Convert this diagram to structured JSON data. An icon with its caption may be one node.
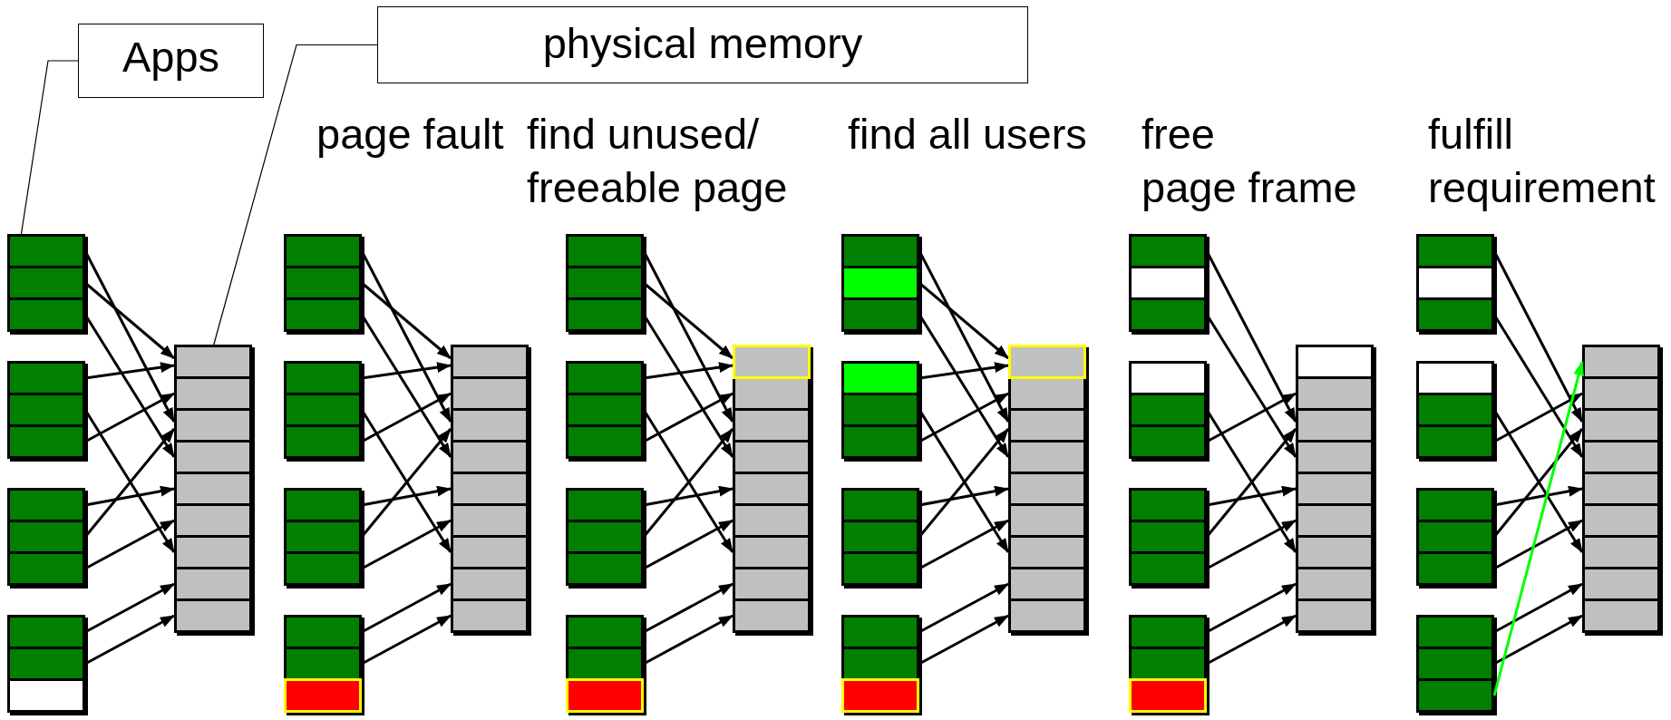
{
  "diagram": {
    "nodes": [
      {
        "text": [
          "Apps"
        ]
      },
      {
        "text": [
          "physical memory"
        ]
      },
      {
        "text": [],
        "shape": "box"
      },
      {
        "text": [],
        "shape": "box",
        "in": 2
      },
      {
        "text": [],
        "shape": "box",
        "in": 2
      },
      {
        "text": [],
        "shape": "box",
        "in": 2
      },
      {
        "text": [],
        "shape": "box"
      },
      {
        "text": [],
        "shape": "box",
        "in": 6
      },
      {
        "text": [],
        "shape": "box",
        "in": 6
      },
      {
        "text": [],
        "shape": "box",
        "in": 6
      },
      {
        "text": [],
        "shape": "box"
      },
      {
        "text": [],
        "shape": "box",
        "in": 10
      },
      {
        "text": [],
        "shape": "box",
        "in": 10
      },
      {
        "text": [],
        "shape": "box",
        "in": 10
      },
      {
        "text": [],
        "shape": "box"
      },
      {
        "text": [],
        "shape": "box",
        "in": 14
      },
      {
        "text": [],
        "shape": "box",
        "in": 14
      },
      {
        "text": [],
        "shape": "box",
        "in": 14
      },
      {
        "text": [],
        "shape": "box"
      },
      {
        "text": [],
        "shape": "box",
        "in": 18
      },
      {
        "text": [],
        "shape": "box",
        "in": 18
      },
      {
        "text": [],
        "shape": "box",
        "in": 18
      },
      {
        "text": [],
        "shape": "box",
        "in": 18
      },
      {
        "text": [],
        "shape": "box",
        "in": 18
      },
      {
        "text": [],
        "shape": "box",
        "in": 18
      },
      {
        "text": [],
        "shape": "box",
        "in": 18
      },
      {
        "text": [],
        "shape": "box",
        "in": 18
      },
      {
        "text": [],
        "shape": "box",
        "in": 18
      },
      {
        "text": [],
        "shape": "box"
      },
      {
        "text": [],
        "shape": "box",
        "in": 28
      },
      {
        "text": [],
        "shape": "box",
        "in": 28
      },
      {
        "text": [],
        "shape": "box",
        "in": 28
      },
      {
        "text": [],
        "shape": "box"
      },
      {
        "text": [],
        "shape": "box",
        "in": 32
      },
      {
        "text": [],
        "shape": "box",
        "in": 32
      },
      {
        "text": [],
        "shape": "box",
        "in": 32
      },
      {
        "text": [],
        "shape": "box"
      },
      {
        "text": [],
        "shape": "box",
        "in": 36
      },
      {
        "text": [],
        "shape": "box",
        "in": 36
      },
      {
        "text": [],
        "shape": "box",
        "in": 36
      },
      {
        "text": [],
        "shape": "box"
      },
      {
        "text": [],
        "shape": "box",
        "in": 40
      },
      {
        "text": [],
        "shape": "box",
        "in": 40
      },
      {
        "text": [],
        "shape": "box",
        "in": 40
      },
      {
        "text": [],
        "shape": "box"
      },
      {
        "text": [],
        "shape": "box",
        "in": 44
      },
      {
        "text": [],
        "shape": "box",
        "in": 44
      },
      {
        "text": [],
        "shape": "box",
        "in": 44
      },
      {
        "text": [],
        "shape": "box",
        "in": 44
      },
      {
        "text": [],
        "shape": "box",
        "in": 44
      },
      {
        "text": [],
        "shape": "box",
        "in": 44
      },
      {
        "text": [],
        "shape": "box",
        "in": 44
      },
      {
        "text": [],
        "shape": "box",
        "in": 44
      },
      {
        "text": [],
        "shape": "box",
        "in": 44
      },
      {
        "text": [],
        "shape": "box"
      },
      {
        "text": [],
        "shape": "box",
        "in": 54
      },
      {
        "text": [],
        "shape": "box",
        "in": 54
      },
      {
        "text": [],
        "shape": "box",
        "in": 54
      },
      {
        "text": [],
        "shape": "box"
      },
      {
        "text": [],
        "shape": "box",
        "in": 58
      },
      {
        "text": [],
        "shape": "box",
        "in": 58
      },
      {
        "text": [],
        "shape": "box",
        "in": 58
      },
      {
        "text": [],
        "shape": "box"
      },
      {
        "text": [],
        "shape": "box",
        "in": 62
      },
      {
        "text": [],
        "shape": "box",
        "in": 62
      },
      {
        "text": [],
        "shape": "box",
        "in": 62
      },
      {
        "text": [],
        "shape": "box"
      },
      {
        "text": [],
        "shape": "box",
        "in": 66
      },
      {
        "text": [],
        "shape": "box",
        "in": 66
      },
      {
        "text": [],
        "shape": "box",
        "in": 66
      },
      {
        "text": [],
        "shape": "box"
      },
      {
        "text": [],
        "shape": "box",
        "in": 70
      },
      {
        "text": [],
        "shape": "box",
        "in": 70
      },
      {
        "text": [],
        "shape": "box",
        "in": 70
      },
      {
        "text": [],
        "shape": "box",
        "in": 70
      },
      {
        "text": [],
        "shape": "box",
        "in": 70
      },
      {
        "text": [],
        "shape": "box",
        "in": 70
      },
      {
        "text": [],
        "shape": "box",
        "in": 70
      },
      {
        "text": [],
        "shape": "box",
        "in": 70
      },
      {
        "text": [],
        "shape": "box",
        "in": 70
      },
      {
        "text": [],
        "shape": "box"
      },
      {
        "text": [],
        "shape": "box",
        "in": 80
      },
      {
        "text": [],
        "shape": "box",
        "in": 80
      },
      {
        "text": [],
        "shape": "box",
        "in": 80
      },
      {
        "text": [],
        "shape": "box"
      },
      {
        "text": [],
        "shape": "box",
        "in": 84
      },
      {
        "text": [],
        "shape": "box",
        "in": 84
      },
      {
        "text": [],
        "shape": "box",
        "in": 84
      },
      {
        "text": [],
        "shape": "box"
      },
      {
        "text": [],
        "shape": "box",
        "in": 88
      },
      {
        "text": [],
        "shape": "box",
        "in": 88
      },
      {
        "text": [],
        "shape": "box",
        "in": 88
      },
      {
        "text": [],
        "shape": "box"
      },
      {
        "text": [],
        "shape": "box",
        "in": 92
      },
      {
        "text": [],
        "shape": "box",
        "in": 92
      },
      {
        "text": [],
        "shape": "box",
        "in": 92
      },
      {
        "text": [],
        "shape": "box"
      },
      {
        "text": [],
        "shape": "box",
        "in": 96
      },
      {
        "text": [],
        "shape": "box",
        "in": 96
      },
      {
        "text": [],
        "shape": "box",
        "in": 96
      },
      {
        "text": [],
        "shape": "box",
        "in": 96
      },
      {
        "text": [],
        "shape": "box",
        "in": 96
      },
      {
        "text": [],
        "shape": "box",
        "in": 96
      },
      {
        "text": [],
        "shape": "box",
        "in": 96
      },
      {
        "text": [],
        "shape": "box",
        "in": 96
      },
      {
        "text": [],
        "shape": "box",
        "in": 96
      },
      {
        "text": [],
        "shape": "box"
      },
      {
        "text": [],
        "shape": "box",
        "in": 106
      },
      {
        "text": [],
        "shape": "box",
        "in": 106
      },
      {
        "text": [],
        "shape": "box",
        "in": 106
      },
      {
        "text": [],
        "shape": "box"
      },
      {
        "text": [],
        "shape": "box",
        "in": 110
      },
      {
        "text": [],
        "shape": "box",
        "in": 110
      },
      {
        "text": [],
        "shape": "box",
        "in": 110
      },
      {
        "text": [],
        "shape": "box"
      },
      {
        "text": [],
        "shape": "box",
        "in": 114
      },
      {
        "text": [],
        "shape": "box",
        "in": 114
      },
      {
        "text": [],
        "shape": "box",
        "in": 114
      },
      {
        "text": [],
        "shape": "box"
      },
      {
        "text": [],
        "shape": "box",
        "in": 118
      },
      {
        "text": [],
        "shape": "box",
        "in": 118
      },
      {
        "text": [],
        "shape": "box",
        "in": 118
      },
      {
        "text": [],
        "shape": "box"
      },
      {
        "text": [],
        "shape": "box",
        "in": 122
      },
      {
        "text": [],
        "shape": "box",
        "in": 122
      },
      {
        "text": [],
        "shape": "box",
        "in": 122
      },
      {
        "text": [],
        "shape": "box",
        "in": 122
      },
      {
        "text": [],
        "shape": "box",
        "in": 122
      },
      {
        "text": [],
        "shape": "box",
        "in": 122
      },
      {
        "text": [],
        "shape": "box",
        "in": 122
      },
      {
        "text": [],
        "shape": "box",
        "in": 122
      },
      {
        "text": [],
        "shape": "box",
        "in": 122
      },
      {
        "text": [],
        "shape": "box"
      },
      {
        "text": [],
        "shape": "box",
        "in": 132
      },
      {
        "text": [],
        "shape": "box",
        "in": 132
      },
      {
        "text": [],
        "shape": "box",
        "in": 132
      },
      {
        "text": [],
        "shape": "box"
      },
      {
        "text": [],
        "shape": "box",
        "in": 136
      },
      {
        "text": [],
        "shape": "box",
        "in": 136
      },
      {
        "text": [],
        "shape": "box",
        "in": 136
      },
      {
        "text": [],
        "shape": "box"
      },
      {
        "text": [],
        "shape": "box",
        "in": 140
      },
      {
        "text": [],
        "shape": "box",
        "in": 140
      },
      {
        "text": [],
        "shape": "box",
        "in": 140
      },
      {
        "text": [],
        "shape": "box"
      },
      {
        "text": [],
        "shape": "box",
        "in": 144
      },
      {
        "text": [],
        "shape": "box",
        "in": 144
      },
      {
        "text": [],
        "shape": "box",
        "in": 144
      },
      {
        "text": [],
        "shape": "box"
      },
      {
        "text": [],
        "shape": "box",
        "in": 148
      },
      {
        "text": [],
        "shape": "box",
        "in": 148
      },
      {
        "text": [],
        "shape": "box",
        "in": 148
      },
      {
        "text": [],
        "shape": "box",
        "in": 148
      },
      {
        "text": [],
        "shape": "box",
        "in": 148
      },
      {
        "text": [],
        "shape": "box",
        "in": 148
      },
      {
        "text": [],
        "shape": "box",
        "in": 148
      },
      {
        "text": [],
        "shape": "box",
        "in": 148
      },
      {
        "text": [],
        "shape": "box",
        "in": 148
      }
    ],
    "edges": [
      {
        "from": 0,
        "to": 2,
        "arrow": "none"
      },
      {
        "from": 1,
        "to": 18,
        "arrow": "none"
      },
      {
        "from": 3,
        "to": 21,
        "arrow": "to"
      },
      {
        "from": 4,
        "to": 19,
        "arrow": "to"
      },
      {
        "from": 5,
        "to": 22,
        "arrow": "to"
      },
      {
        "from": 7,
        "to": 19,
        "arrow": "to"
      },
      {
        "from": 8,
        "to": 25,
        "arrow": "to"
      },
      {
        "from": 9,
        "to": 20,
        "arrow": "to"
      },
      {
        "from": 11,
        "to": 23,
        "arrow": "to"
      },
      {
        "from": 12,
        "to": 21,
        "arrow": "to"
      },
      {
        "from": 13,
        "to": 24,
        "arrow": "to"
      },
      {
        "from": 15,
        "to": 26,
        "arrow": "to"
      },
      {
        "from": 16,
        "to": 27,
        "arrow": "to"
      },
      {
        "from": 29,
        "to": 47,
        "arrow": "to"
      },
      {
        "from": 30,
        "to": 45,
        "arrow": "to"
      },
      {
        "from": 31,
        "to": 48,
        "arrow": "to"
      },
      {
        "from": 33,
        "to": 45,
        "arrow": "to"
      },
      {
        "from": 34,
        "to": 51,
        "arrow": "to"
      },
      {
        "from": 35,
        "to": 46,
        "arrow": "to"
      },
      {
        "from": 37,
        "to": 49,
        "arrow": "to"
      },
      {
        "from": 38,
        "to": 47,
        "arrow": "to"
      },
      {
        "from": 39,
        "to": 50,
        "arrow": "to"
      },
      {
        "from": 41,
        "to": 52,
        "arrow": "to"
      },
      {
        "from": 42,
        "to": 53,
        "arrow": "to"
      },
      {
        "from": 55,
        "to": 73,
        "arrow": "to"
      },
      {
        "from": 56,
        "to": 71,
        "arrow": "to"
      },
      {
        "from": 57,
        "to": 74,
        "arrow": "to"
      },
      {
        "from": 59,
        "to": 71,
        "arrow": "to"
      },
      {
        "from": 60,
        "to": 77,
        "arrow": "to"
      },
      {
        "from": 61,
        "to": 72,
        "arrow": "to"
      },
      {
        "from": 63,
        "to": 75,
        "arrow": "to"
      },
      {
        "from": 64,
        "to": 73,
        "arrow": "to"
      },
      {
        "from": 65,
        "to": 76,
        "arrow": "to"
      },
      {
        "from": 67,
        "to": 78,
        "arrow": "to"
      },
      {
        "from": 68,
        "to": 79,
        "arrow": "to"
      },
      {
        "from": 81,
        "to": 99,
        "arrow": "to"
      },
      {
        "from": 82,
        "to": 97,
        "arrow": "to"
      },
      {
        "from": 83,
        "to": 100,
        "arrow": "to"
      },
      {
        "from": 85,
        "to": 97,
        "arrow": "to"
      },
      {
        "from": 86,
        "to": 103,
        "arrow": "to"
      },
      {
        "from": 87,
        "to": 98,
        "arrow": "to"
      },
      {
        "from": 89,
        "to": 101,
        "arrow": "to"
      },
      {
        "from": 90,
        "to": 99,
        "arrow": "to"
      },
      {
        "from": 91,
        "to": 102,
        "arrow": "to"
      },
      {
        "from": 93,
        "to": 104,
        "arrow": "to"
      },
      {
        "from": 94,
        "to": 105,
        "arrow": "to"
      },
      {
        "from": 107,
        "to": 125,
        "arrow": "to"
      },
      {
        "from": 109,
        "to": 126,
        "arrow": "to"
      },
      {
        "from": 112,
        "to": 129,
        "arrow": "to"
      },
      {
        "from": 113,
        "to": 124,
        "arrow": "to"
      },
      {
        "from": 115,
        "to": 127,
        "arrow": "to"
      },
      {
        "from": 116,
        "to": 125,
        "arrow": "to"
      },
      {
        "from": 117,
        "to": 128,
        "arrow": "to"
      },
      {
        "from": 119,
        "to": 130,
        "arrow": "to"
      },
      {
        "from": 120,
        "to": 131,
        "arrow": "to"
      },
      {
        "from": 133,
        "to": 151,
        "arrow": "to"
      },
      {
        "from": 135,
        "to": 152,
        "arrow": "to"
      },
      {
        "from": 138,
        "to": 155,
        "arrow": "to"
      },
      {
        "from": 139,
        "to": 150,
        "arrow": "to"
      },
      {
        "from": 141,
        "to": 153,
        "arrow": "to"
      },
      {
        "from": 142,
        "to": 151,
        "arrow": "to"
      },
      {
        "from": 143,
        "to": 154,
        "arrow": "to"
      },
      {
        "from": 145,
        "to": 156,
        "arrow": "to"
      },
      {
        "from": 146,
        "to": 157,
        "arrow": "to"
      },
      {
        "from": 147,
        "to": 149,
        "arrow": "to",
        "color": "#00ff00"
      }
    ],
    "labels": [
      "page fault",
      "find unused/ freeable page",
      "find all users",
      "free page frame",
      "fulfill requirement"
    ]
  }
}
